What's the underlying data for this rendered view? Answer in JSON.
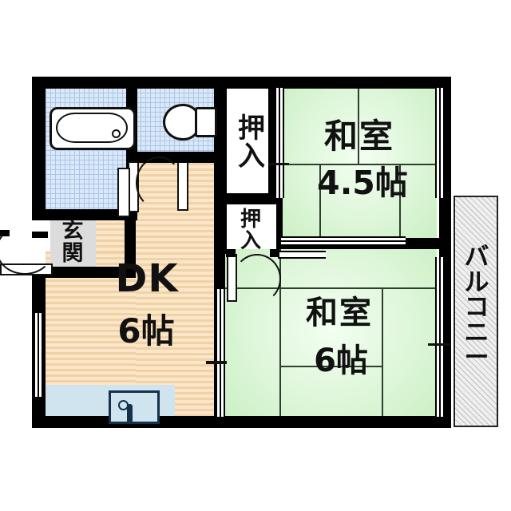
{
  "plan": {
    "type": "apartment-floor-plan",
    "rooms": [
      {
        "id": "washitsu-45",
        "label_line1": "和室",
        "label_line2": "4.5帖",
        "floor": "tatami",
        "size_jo": 4.5
      },
      {
        "id": "washitsu-6",
        "label_line1": "和室",
        "label_line2": "6帖",
        "floor": "tatami",
        "size_jo": 6
      },
      {
        "id": "dk",
        "label_line1": "DK",
        "label_line2": "6帖",
        "floor": "wood",
        "size_jo": 6
      },
      {
        "id": "genkan",
        "label": "玄関",
        "floor": "concrete"
      },
      {
        "id": "closet-upper",
        "label": "押入"
      },
      {
        "id": "closet-lower",
        "label": "押入"
      },
      {
        "id": "balcony",
        "label": "バルコニー",
        "floor": "hatched"
      }
    ],
    "labels": {
      "washitsu": "和室",
      "jo_45": "4.5帖",
      "jo_6": "6帖",
      "dk": "DK",
      "dk_jo": "6帖",
      "genkan_c1": "玄",
      "genkan_c2": "関",
      "oshiire_c1": "押",
      "oshiire_c2": "入",
      "balcony_chars": "バルコニー"
    },
    "fixtures": [
      {
        "name": "bathtub",
        "room": "bath"
      },
      {
        "name": "toilet",
        "room": "toilet"
      },
      {
        "name": "kitchen-sink",
        "room": "dk"
      }
    ],
    "colors": {
      "wall": "#000000",
      "tatami": "#d7f3cf",
      "wood_floor": "#f5dcb4",
      "tile": "#dbe8f7",
      "sink": "#cfe4ef",
      "genkan": "#dcdcdc",
      "balcony": "#e6e6e6",
      "text": "#111111"
    }
  }
}
